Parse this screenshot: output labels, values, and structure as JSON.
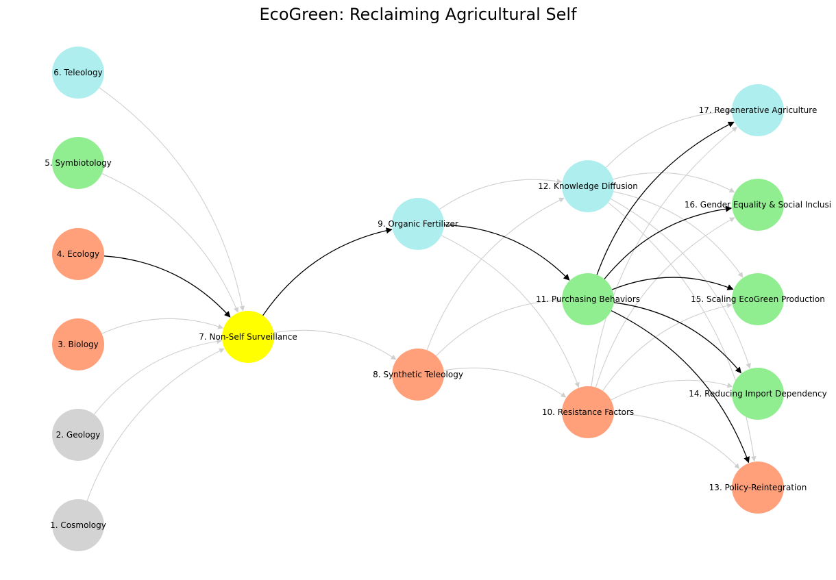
{
  "title": "EcoGreen: Reclaiming Agricultural Self",
  "colors": {
    "gray": "#d3d3d3",
    "salmon": "#ffa07a",
    "green": "#90ee90",
    "cyan": "#afeeee",
    "yellow": "#ffff00",
    "edge_light": "#cfcfcf",
    "edge_dark": "#000000"
  },
  "nodes": [
    {
      "id": "1",
      "label": "1. Cosmology",
      "color": "gray"
    },
    {
      "id": "2",
      "label": "2. Geology",
      "color": "gray"
    },
    {
      "id": "3",
      "label": "3. Biology",
      "color": "salmon"
    },
    {
      "id": "4",
      "label": "4. Ecology",
      "color": "salmon"
    },
    {
      "id": "5",
      "label": "5. Symbiotology",
      "color": "green"
    },
    {
      "id": "6",
      "label": "6. Teleology",
      "color": "cyan"
    },
    {
      "id": "7",
      "label": "7. Non-Self Surveillance",
      "color": "yellow"
    },
    {
      "id": "8",
      "label": "8. Synthetic Teleology",
      "color": "salmon"
    },
    {
      "id": "9",
      "label": "9. Organic Fertilizer",
      "color": "cyan"
    },
    {
      "id": "10",
      "label": "10. Resistance Factors",
      "color": "salmon"
    },
    {
      "id": "11",
      "label": "11. Purchasing Behaviors",
      "color": "green"
    },
    {
      "id": "12",
      "label": "12. Knowledge Diffusion",
      "color": "cyan"
    },
    {
      "id": "13",
      "label": "13. Policy-Reintegration",
      "color": "salmon"
    },
    {
      "id": "14",
      "label": "14. Reducing Import Dependency",
      "color": "green"
    },
    {
      "id": "15",
      "label": "15. Scaling EcoGreen Production",
      "color": "green"
    },
    {
      "id": "16",
      "label": "16. Gender Equality & Social Inclusi",
      "color": "green"
    },
    {
      "id": "17",
      "label": "17. Regenerative Agriculture",
      "color": "cyan"
    }
  ],
  "edges": [
    {
      "from": "1",
      "to": "7",
      "highlight": false
    },
    {
      "from": "2",
      "to": "7",
      "highlight": false
    },
    {
      "from": "3",
      "to": "7",
      "highlight": false
    },
    {
      "from": "4",
      "to": "7",
      "highlight": true
    },
    {
      "from": "5",
      "to": "7",
      "highlight": false
    },
    {
      "from": "6",
      "to": "7",
      "highlight": false
    },
    {
      "from": "7",
      "to": "8",
      "highlight": false
    },
    {
      "from": "7",
      "to": "9",
      "highlight": true
    },
    {
      "from": "8",
      "to": "10",
      "highlight": false
    },
    {
      "from": "8",
      "to": "11",
      "highlight": false
    },
    {
      "from": "8",
      "to": "12",
      "highlight": false
    },
    {
      "from": "9",
      "to": "10",
      "highlight": false
    },
    {
      "from": "9",
      "to": "11",
      "highlight": true
    },
    {
      "from": "9",
      "to": "12",
      "highlight": false
    },
    {
      "from": "10",
      "to": "13",
      "highlight": false
    },
    {
      "from": "10",
      "to": "14",
      "highlight": false
    },
    {
      "from": "10",
      "to": "15",
      "highlight": false
    },
    {
      "from": "10",
      "to": "16",
      "highlight": false
    },
    {
      "from": "10",
      "to": "17",
      "highlight": false
    },
    {
      "from": "11",
      "to": "13",
      "highlight": true
    },
    {
      "from": "11",
      "to": "14",
      "highlight": true
    },
    {
      "from": "11",
      "to": "15",
      "highlight": true
    },
    {
      "from": "11",
      "to": "16",
      "highlight": true
    },
    {
      "from": "11",
      "to": "17",
      "highlight": true
    },
    {
      "from": "12",
      "to": "13",
      "highlight": false
    },
    {
      "from": "12",
      "to": "14",
      "highlight": false
    },
    {
      "from": "12",
      "to": "15",
      "highlight": false
    },
    {
      "from": "12",
      "to": "16",
      "highlight": false
    },
    {
      "from": "12",
      "to": "17",
      "highlight": false
    }
  ]
}
